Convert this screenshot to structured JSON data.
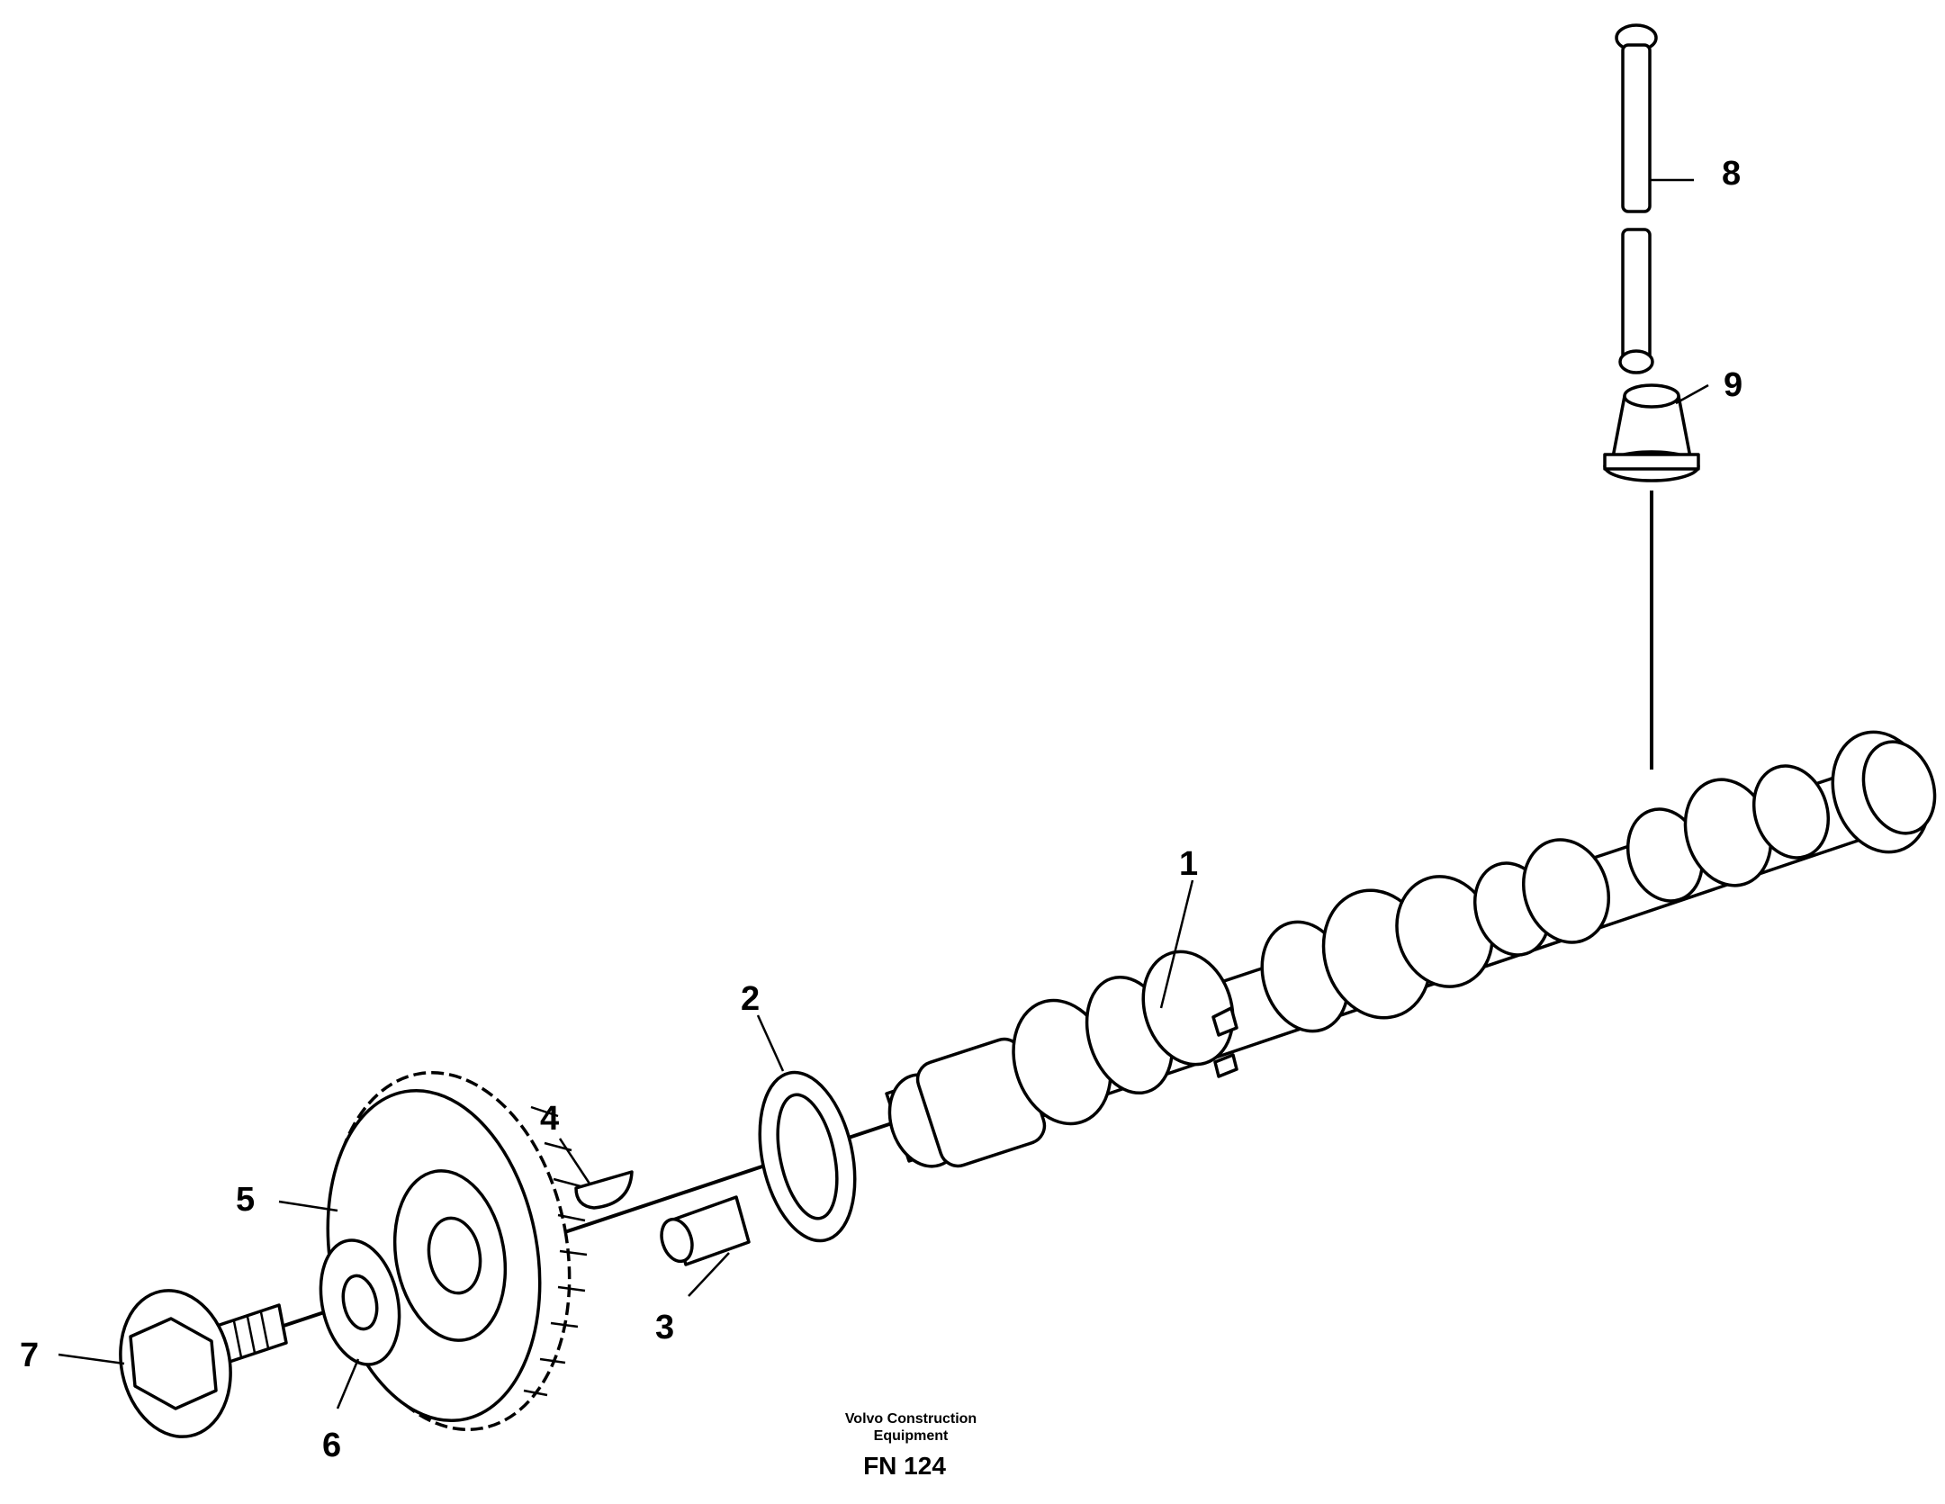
{
  "callouts": {
    "c1": "1",
    "c2": "2",
    "c3": "3",
    "c4": "4",
    "c5": "5",
    "c6": "6",
    "c7": "7",
    "c8": "8",
    "c9": "9"
  },
  "footer": {
    "line1": "Volvo Construction",
    "line2": "Equipment",
    "code": "FN 124"
  }
}
